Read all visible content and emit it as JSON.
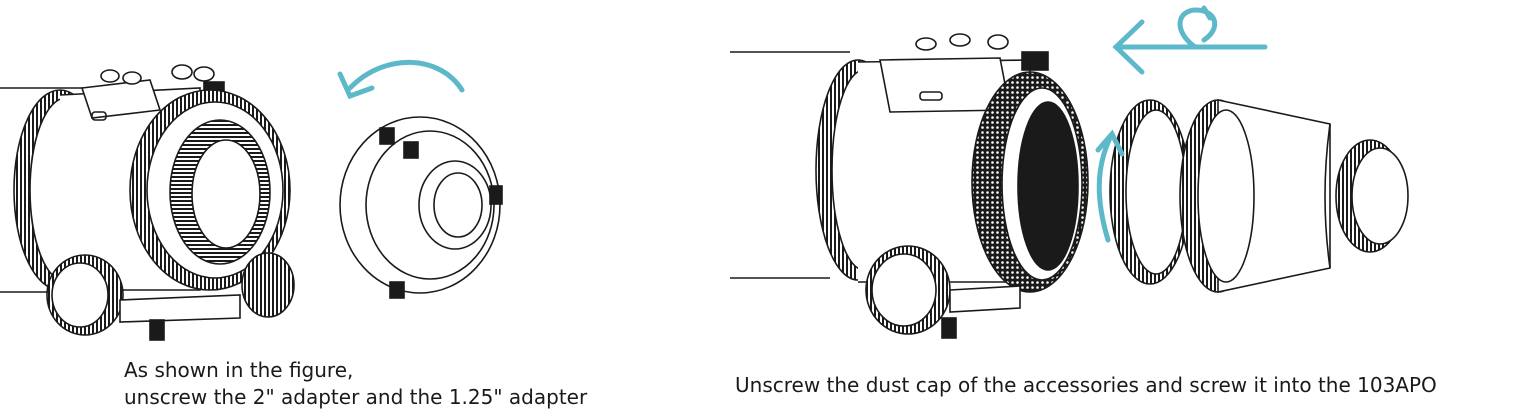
{
  "colors": {
    "line": "#1a1a1a",
    "arrow": "#5db8c9",
    "background": "#ffffff"
  },
  "left_panel": {
    "caption_line1": "As shown in the figure,",
    "caption_line2": "unscrew the 2\" adapter and the 1.25\" adapter"
  },
  "right_panel": {
    "caption": "Unscrew the dust cap of the accessories and screw it into the 103APO"
  }
}
